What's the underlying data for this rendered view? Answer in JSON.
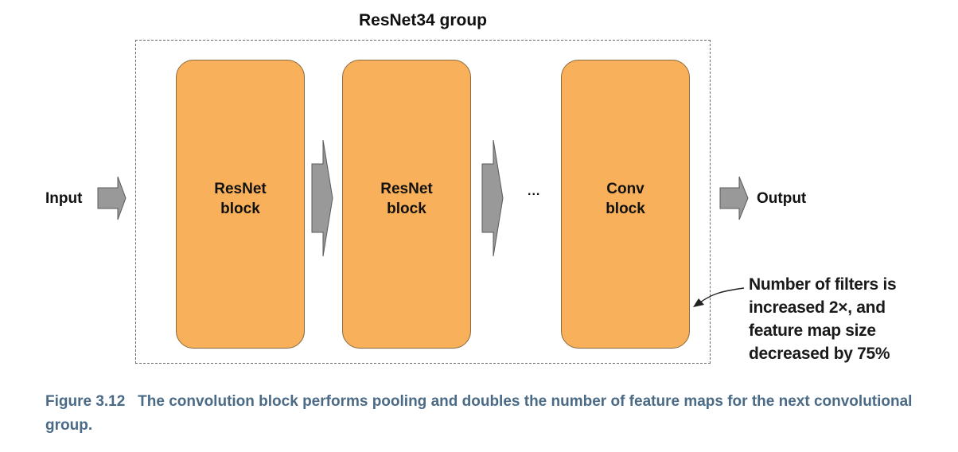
{
  "diagram": {
    "group_title": "ResNet34 group",
    "input_label": "Input",
    "output_label": "Output",
    "blocks": [
      {
        "line1": "ResNet",
        "line2": "block"
      },
      {
        "line1": "ResNet",
        "line2": "block"
      },
      {
        "line1": "Conv",
        "line2": "block"
      }
    ],
    "ellipsis": "...",
    "annotation_lines": [
      "Number of filters is",
      "increased 2×, and",
      "feature map size",
      "decreased by 75%"
    ],
    "colors": {
      "block_fill": "#f9b05a",
      "arrow_fill": "#999999",
      "caption_text": "#4a6a86"
    }
  },
  "caption": {
    "label": "Figure 3.12",
    "text": "The convolution block performs pooling and doubles the number of feature maps for the next convolutional group."
  }
}
